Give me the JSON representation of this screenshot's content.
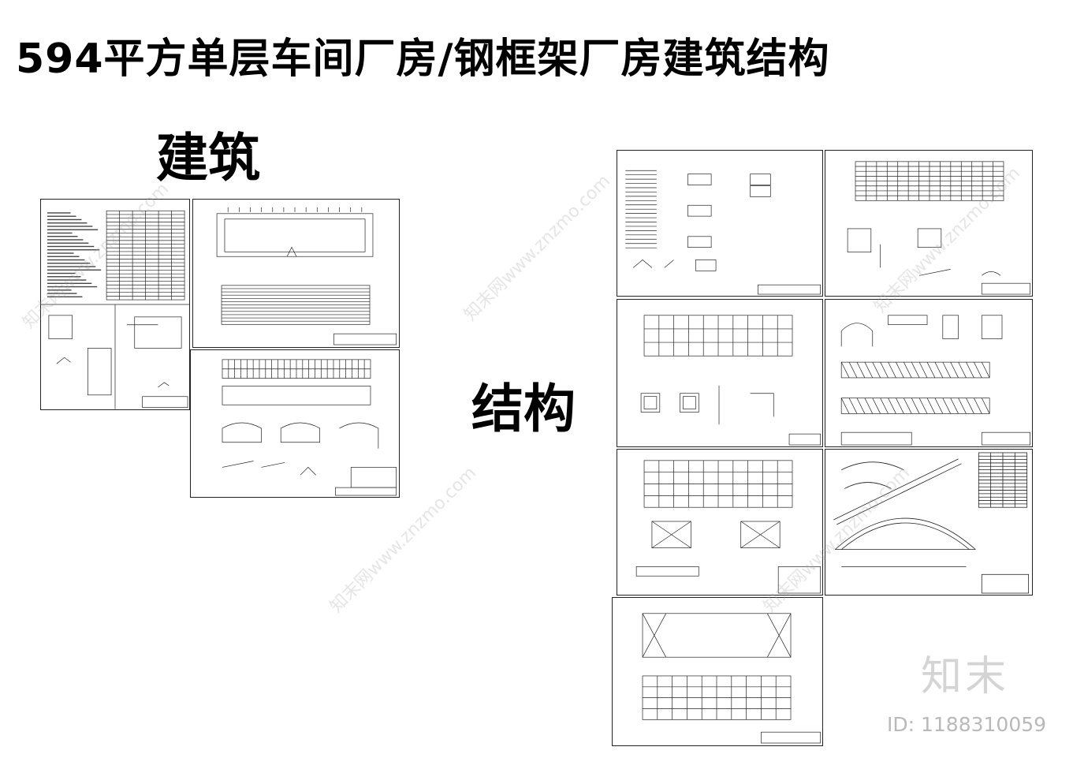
{
  "title": "594平方单层车间厂房/钢框架厂房建筑结构",
  "sections": {
    "architecture_label": "建筑",
    "structure_label": "结构"
  },
  "watermark": {
    "brand": "知末",
    "id": "ID: 1188310059",
    "diagonal_text": "知末网www.znzmo.com"
  },
  "sheets": {
    "architecture": [
      {
        "kind": "notes-table"
      },
      {
        "kind": "plans"
      },
      {
        "kind": "elevations"
      }
    ],
    "structure": [
      {
        "kind": "details"
      },
      {
        "kind": "roof-plan"
      },
      {
        "kind": "foundation"
      },
      {
        "kind": "frames"
      },
      {
        "kind": "column-plan"
      },
      {
        "kind": "arch-truss"
      },
      {
        "kind": "bracing-plan"
      }
    ]
  },
  "colors": {
    "line": "#222222",
    "watermark": "#d4d4d4"
  }
}
